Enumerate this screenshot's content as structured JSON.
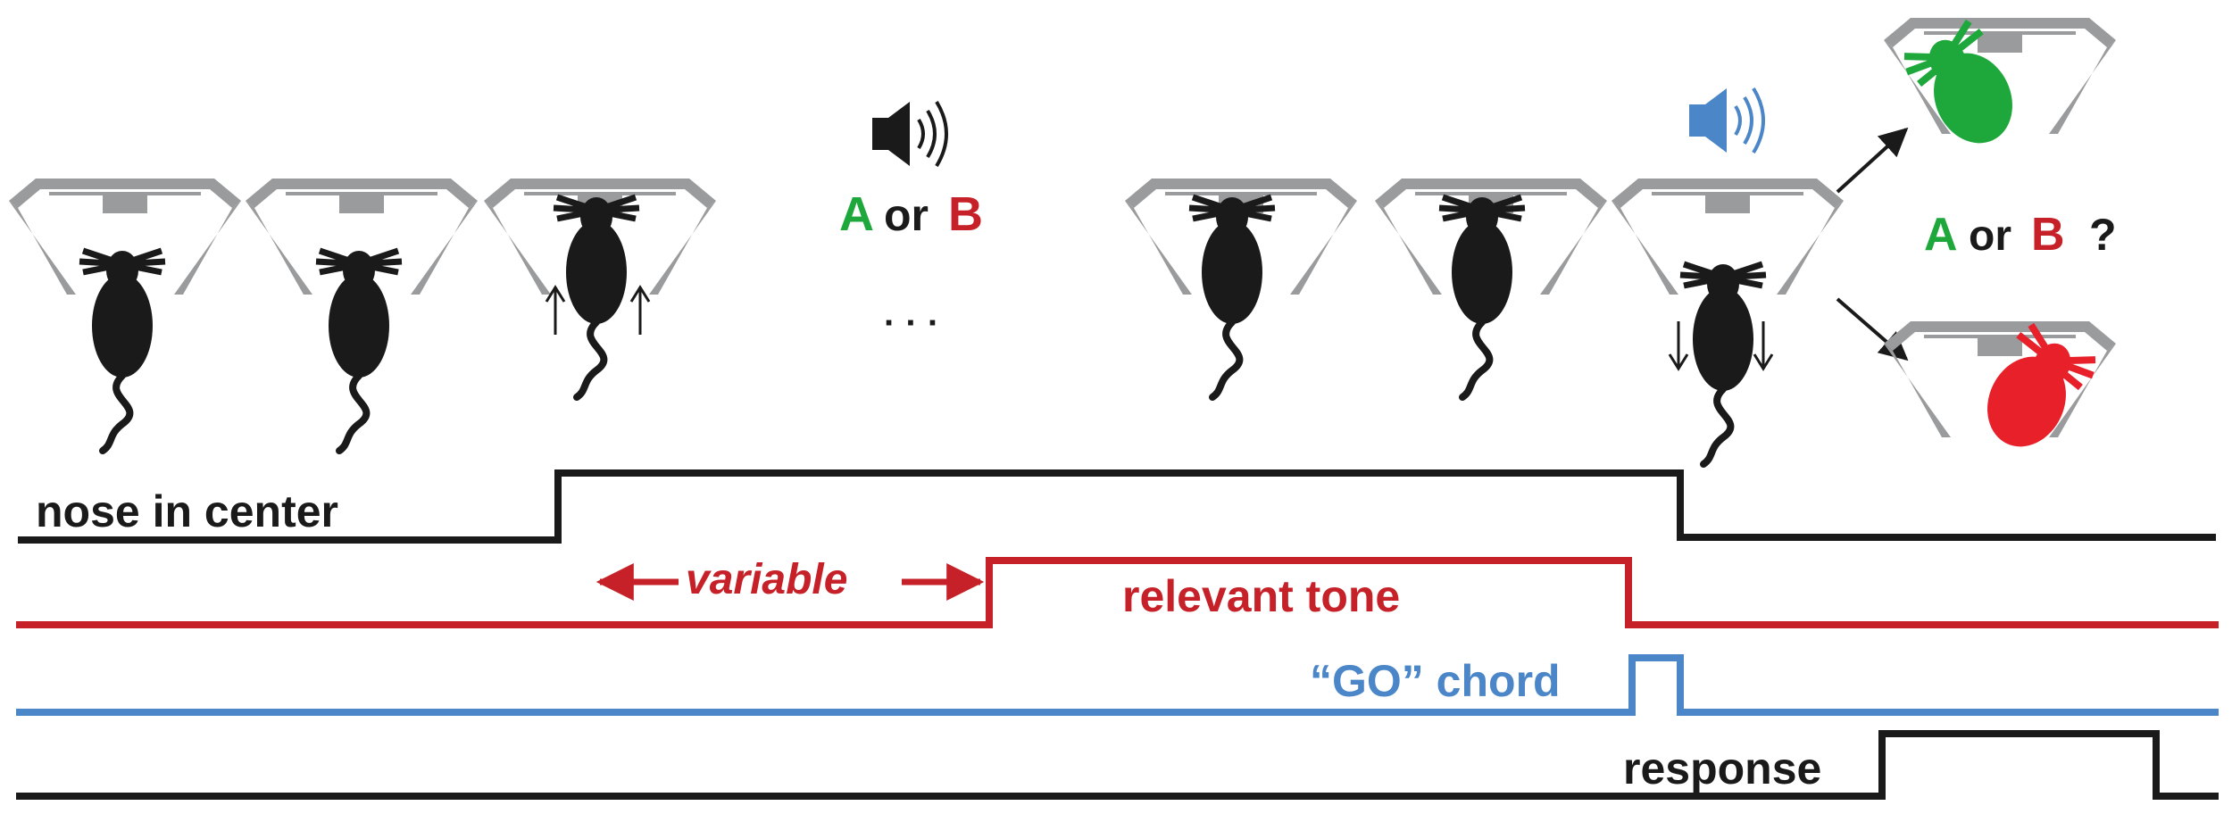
{
  "labels": {
    "tone_a": "A",
    "tone_or": "or",
    "tone_b": "B",
    "ellipsis": "· · ·",
    "choice_a": "A",
    "choice_or": "or",
    "choice_b": "B",
    "choice_q": "?",
    "nose_in_center": "nose in center",
    "variable": "variable",
    "relevant_tone": "relevant tone",
    "go_chord": "“GO” chord",
    "response": "response"
  },
  "colors": {
    "green": "#1ea83c",
    "red": "#c62028",
    "red_mouse": "#e8202a",
    "blue": "#4a86c8",
    "gray": "#9a9b9d",
    "black": "#1a1a1a"
  },
  "icons": [
    "speaker-icon",
    "speaker-blue-icon",
    "mouse-icon",
    "nose-port-icon",
    "arrow-icon"
  ]
}
